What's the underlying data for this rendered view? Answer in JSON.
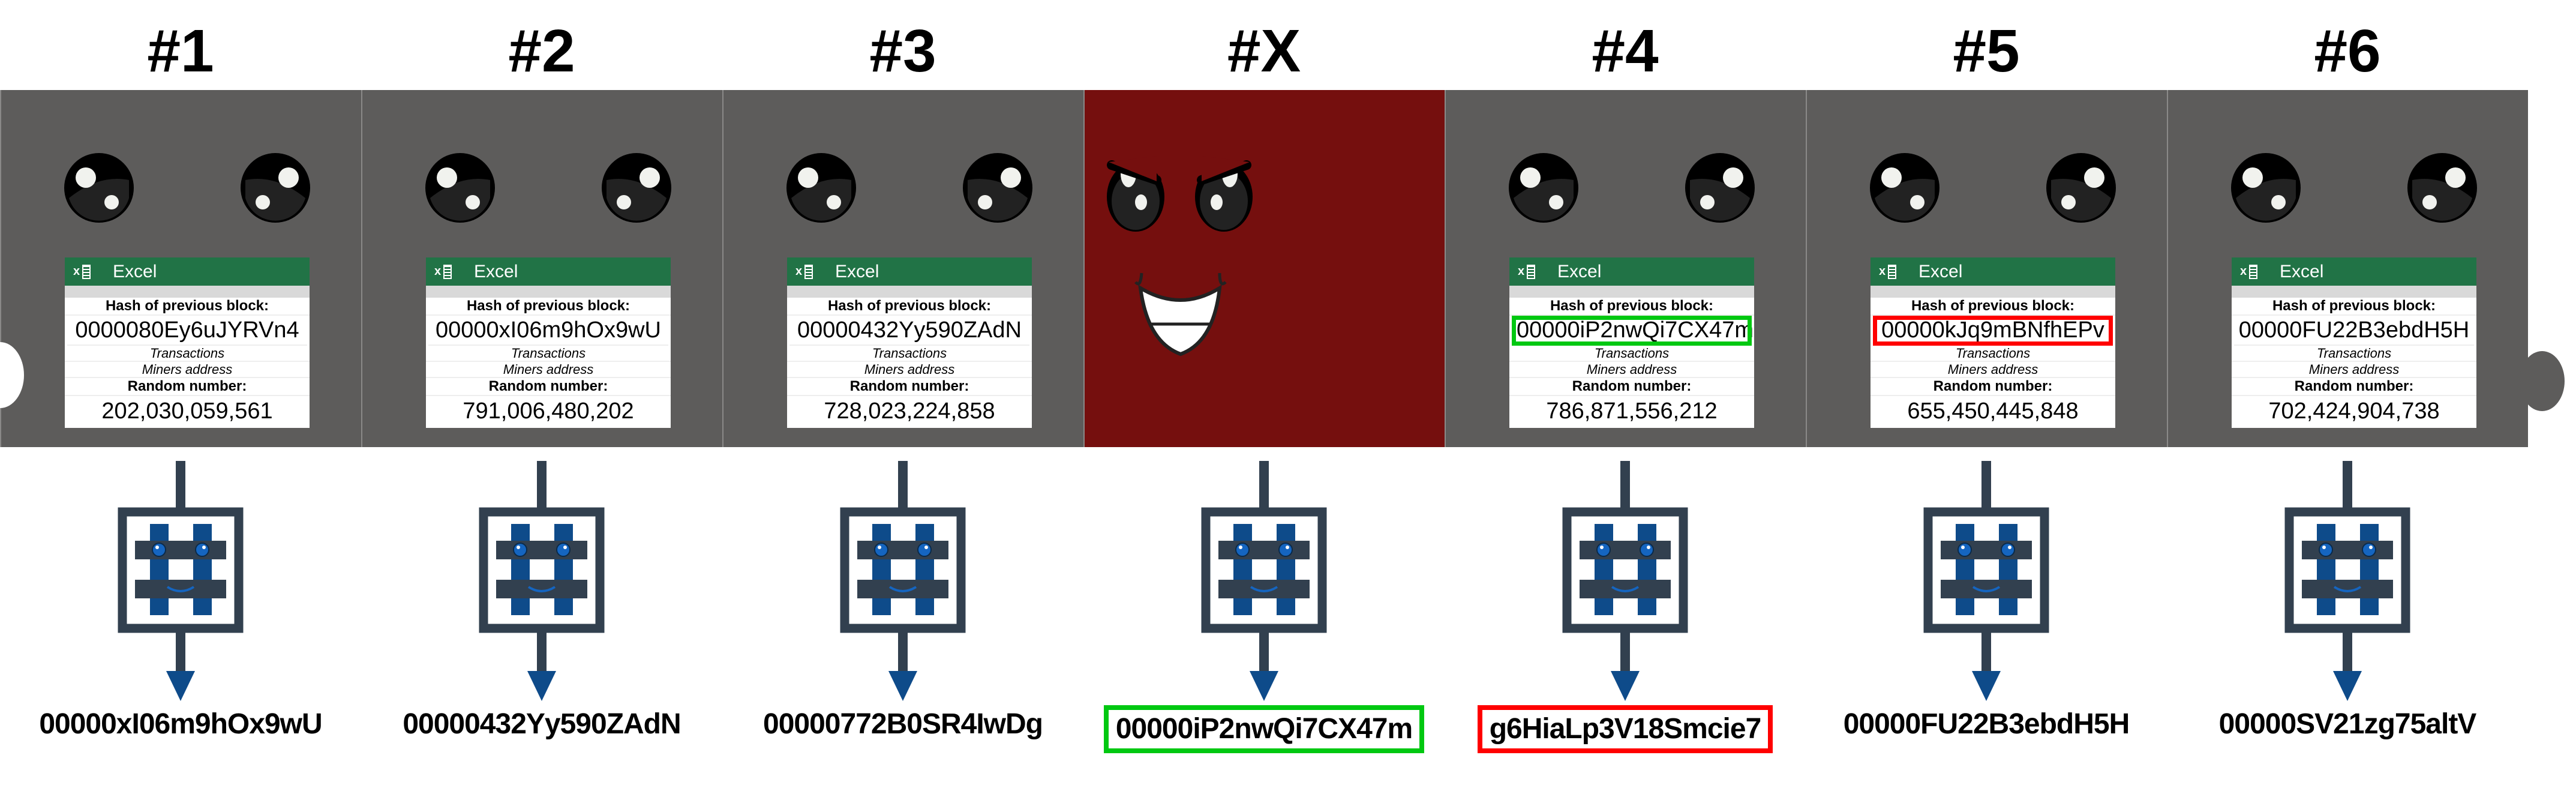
{
  "card": {
    "app_name": "Excel",
    "hash_label": "Hash of previous block:",
    "transactions_label": "Transactions",
    "miners_label": "Miners address",
    "random_label": "Random number:"
  },
  "colors": {
    "block": "#5d5c5b",
    "evil_block": "#750f0e",
    "excel_green": "#217346",
    "valid": "#00c811",
    "invalid": "#ff0000",
    "hash_navy": "#32404f",
    "hash_blue": "#0e4b8a"
  },
  "blocks": [
    {
      "label": "#1",
      "type": "normal",
      "prev_hash": "0000080Ey6uJYRVn4",
      "random_number": "202,030,059,561",
      "output_hash": "00000xI06m9hOx9wU",
      "hash_highlight": "",
      "output_highlight": ""
    },
    {
      "label": "#2",
      "type": "normal",
      "prev_hash": "00000xI06m9hOx9wU",
      "random_number": "791,006,480,202",
      "output_hash": "00000432Yy590ZAdN",
      "hash_highlight": "",
      "output_highlight": ""
    },
    {
      "label": "#3",
      "type": "normal",
      "prev_hash": "00000432Yy590ZAdN",
      "random_number": "728,023,224,858",
      "output_hash": "00000772B0SR4IwDg",
      "hash_highlight": "",
      "output_highlight": ""
    },
    {
      "label": "#X",
      "type": "evil",
      "output_hash": "00000iP2nwQi7CX47m",
      "output_highlight": "green"
    },
    {
      "label": "#4",
      "type": "normal",
      "prev_hash": "00000iP2nwQi7CX47m",
      "random_number": "786,871,556,212",
      "output_hash": "g6HiaLp3V18Smcie7",
      "hash_highlight": "green",
      "output_highlight": "red"
    },
    {
      "label": "#5",
      "type": "normal",
      "prev_hash": "00000kJq9mBNfhEPv",
      "random_number": "655,450,445,848",
      "output_hash": "00000FU22B3ebdH5H",
      "hash_highlight": "red",
      "output_highlight": ""
    },
    {
      "label": "#6",
      "type": "normal",
      "prev_hash": "00000FU22B3ebdH5H",
      "random_number": "702,424,904,738",
      "output_hash": "00000SV21zg75altV",
      "hash_highlight": "",
      "output_highlight": ""
    }
  ]
}
